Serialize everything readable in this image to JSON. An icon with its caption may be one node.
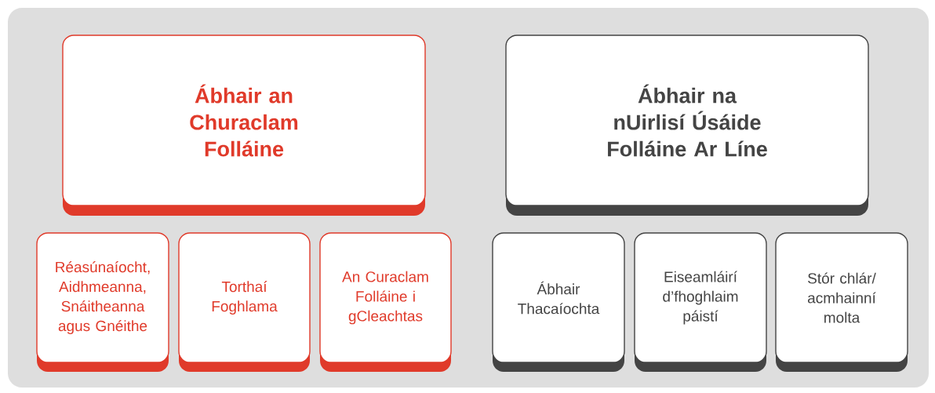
{
  "diagram": {
    "nodes": [
      {
        "text": [
          "Ábhair an Churaclam Folláine"
        ]
      },
      {
        "text": [
          "Ábhair na nUirlisí Úsáide Folláine Ar Líne"
        ]
      },
      {
        "text": [
          "Réasúnaíocht, Aidhmeanna, Snáitheanna agus Gnéithe"
        ]
      },
      {
        "text": [
          "Torthaí Foghlama"
        ]
      },
      {
        "text": [
          "An Curaclam Folláine i gCleachtas"
        ]
      },
      {
        "text": [
          "Ábhair Thacaíochta"
        ]
      },
      {
        "text": [
          "Eiseamláirí d’fhoghlaim páistí"
        ]
      },
      {
        "text": [
          "Stór chlár/ acmhainní molta"
        ]
      }
    ]
  }
}
